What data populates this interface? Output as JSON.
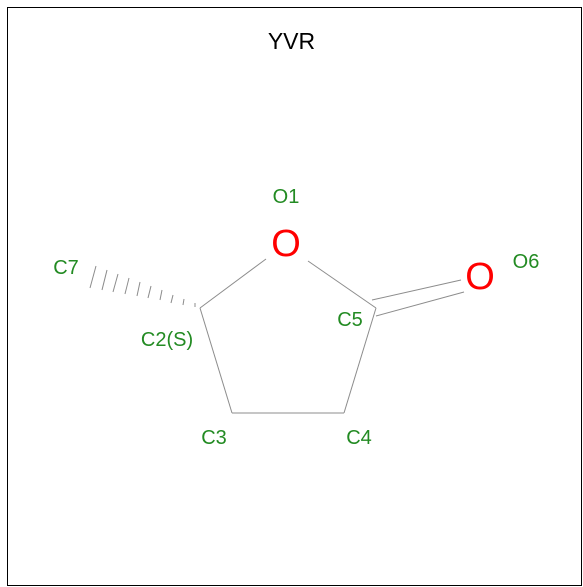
{
  "title": "YVR",
  "colors": {
    "bond": "#8c8c8c",
    "oxygen": "#ff0000",
    "label": "#238b23",
    "frame": "#000000",
    "title": "#000000"
  },
  "atom_labels": {
    "O1": "O1",
    "O6": "O6",
    "C7": "C7",
    "C5": "C5",
    "C2": "C2(S)",
    "C3": "C3",
    "C4": "C4"
  },
  "atom_symbols": {
    "O1": "O",
    "O6": "O"
  }
}
